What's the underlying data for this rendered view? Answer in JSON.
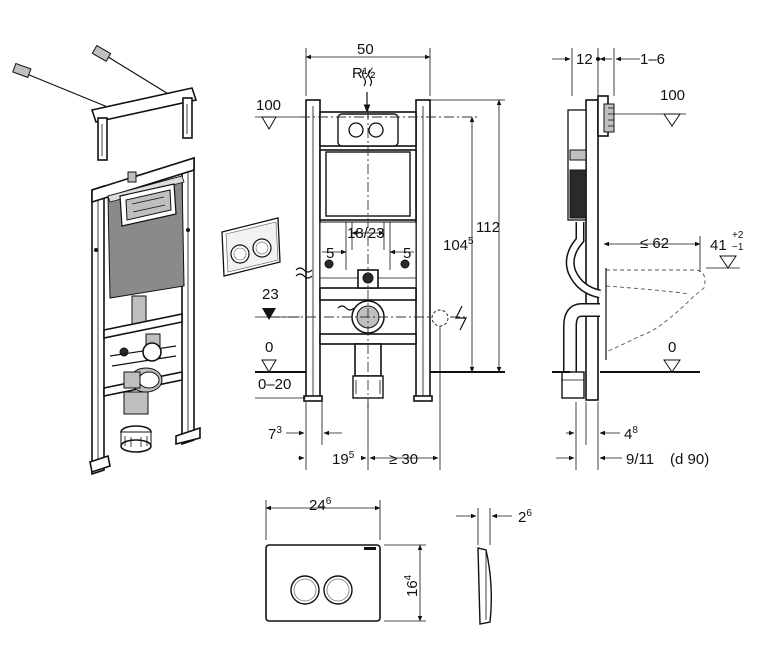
{
  "front": {
    "width": {
      "main": "50",
      "sup": ""
    },
    "thread": {
      "main": "R",
      "sup": "",
      "tail": "½"
    },
    "top_level": {
      "main": "100",
      "sup": ""
    },
    "height_total": {
      "main": "112",
      "sup": ""
    },
    "height_inner": {
      "main": "104",
      "sup": "5"
    },
    "bolt_spacing": {
      "main": "18/23",
      "sup": ""
    },
    "bolt_left": {
      "main": "5",
      "sup": ""
    },
    "bolt_right": {
      "main": "5",
      "sup": ""
    },
    "outlet_level": {
      "main": "23",
      "sup": ""
    },
    "floor_level": {
      "main": "0",
      "sup": ""
    },
    "floor_range": {
      "main": "0–20",
      "sup": ""
    },
    "foot_offset": {
      "main": "7",
      "sup": "3"
    },
    "foot_width": {
      "main": "19",
      "sup": "5"
    },
    "drain_min": {
      "main": "≥ 30",
      "sup": ""
    }
  },
  "side": {
    "depth_frame": {
      "main": "12",
      "sup": ""
    },
    "depth_adjust": {
      "main": "1–6",
      "sup": ""
    },
    "top_level": {
      "main": "100",
      "sup": ""
    },
    "bowl_depth": {
      "main": "≤ 62",
      "sup": ""
    },
    "bowl_height": {
      "main": "41",
      "sup_top": "+2",
      "sup_bottom": "−1"
    },
    "floor_level": {
      "main": "0",
      "sup": ""
    },
    "pipe_offset": {
      "main": "4",
      "sup": "8"
    },
    "pipe_diameter": {
      "main": "9/11",
      "sup": "",
      "note": "(d 90)"
    }
  },
  "plate": {
    "width": {
      "main": "24",
      "sup": "6"
    },
    "height": {
      "main": "16",
      "sup": "4"
    },
    "thickness": {
      "main": "2",
      "sup": "6"
    }
  },
  "icons": [
    "water-supply-icon",
    "electrical-supply-icon",
    "level-marker-icon",
    "flush-plate-icon",
    "installation-frame-icon"
  ]
}
